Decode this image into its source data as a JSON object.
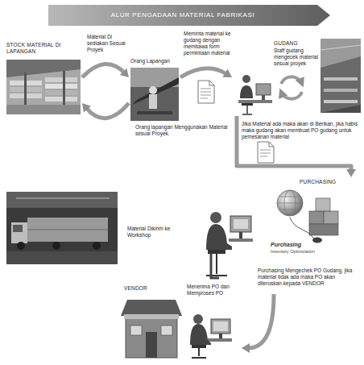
{
  "diagram": {
    "title": "ALUR PENGADAAN MATERIAL FABRIKASI",
    "nodes": [
      {
        "text": [
          "STOCK MATERIAL DI LAPANGAN"
        ]
      },
      {
        "text": [
          "Orang Lapangan"
        ]
      },
      {
        "text": [
          "GUDANG",
          "Staff gudang mengecek material sesuai proyek"
        ]
      },
      {
        "text": [
          "PURCHASING",
          "Purchasing Mengechek PO Gudang, jika material tidak ada maka PO akan diteruskan kepada VENDOR"
        ]
      },
      {
        "text": [
          "VENDOR",
          "Menerima PO dan Memproses PO"
        ]
      },
      {
        "text": [
          "Material Dikirim ke Workshop"
        ]
      }
    ],
    "edges": [
      {
        "from": 0,
        "to": 1,
        "label": "Material Di sediakan Sesuai Proyek",
        "arrow": "to"
      },
      {
        "from": 1,
        "to": 0,
        "label": "Orang lapangan Menggunakan Material sesuai Proyek.",
        "arrow": "to"
      },
      {
        "from": 1,
        "to": 2,
        "label": "Meminta material ke gudang dengan membawa form permintaan material",
        "arrow": "to"
      },
      {
        "from": 2,
        "to": 3,
        "label": "Jika Material ada maka akan di Berikan, jika habis maka gudang akan membuat PO gudang untuk pemesanan material",
        "arrow": "to"
      },
      {
        "from": 3,
        "to": 4,
        "arrow": "to"
      }
    ],
    "labels": [
      "Purchasing",
      "Inventory Optimization"
    ]
  }
}
